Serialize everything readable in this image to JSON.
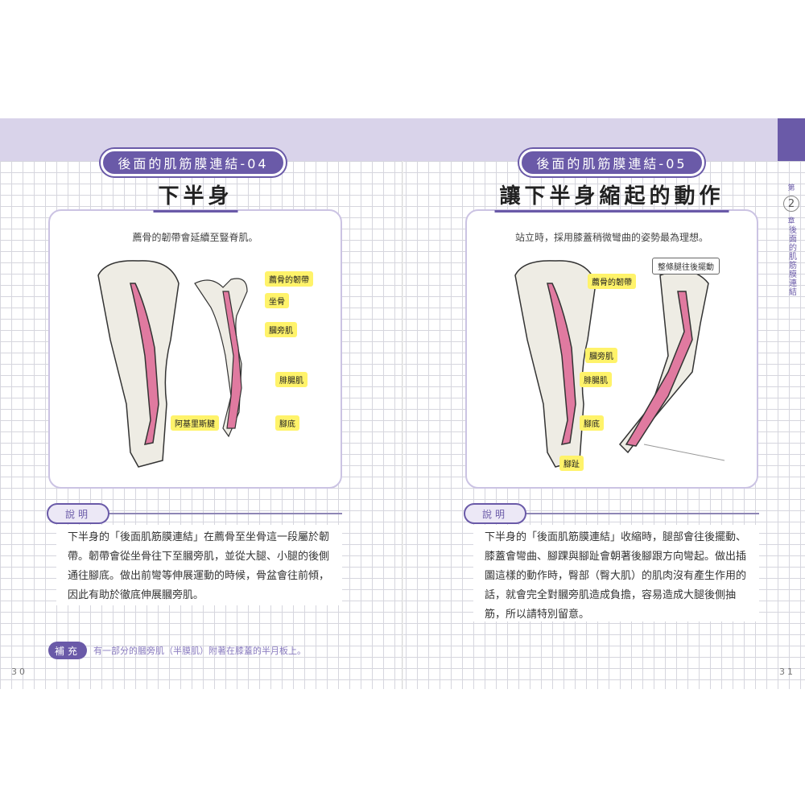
{
  "left_page": {
    "section_pill": "後面的肌筋膜連結-04",
    "heading": "下半身",
    "caption": "薦骨的韌帶會延續至豎脊肌。",
    "labels": [
      "薦骨的韌帶",
      "坐骨",
      "膕旁肌",
      "腓腸肌",
      "阿基里斯腱",
      "腳底"
    ],
    "explanation_tag": "說明",
    "explanation": "下半身的「後面肌筋膜連結」在薦骨至坐骨這一段屬於韌帶。韌帶會從坐骨往下至膕旁肌，並從大腿、小腿的後側通往腳底。做出前彎等伸展運動的時候，骨盆會往前傾，因此有助於徹底伸展膕旁肌。",
    "supplement_tag": "補充",
    "supplement": "有一部分的膕旁肌（半膜肌）附著在膝蓋的半月板上。",
    "page_number": "30"
  },
  "right_page": {
    "section_pill": "後面的肌筋膜連結-05",
    "heading": "讓下半身縮起的動作",
    "caption": "站立時，採用膝蓋稍微彎曲的姿勢最為理想。",
    "note": "整條腿往後擺動",
    "labels": [
      "薦骨的韌帶",
      "膕旁肌",
      "腓腸肌",
      "腳底",
      "腳趾"
    ],
    "explanation_tag": "說明",
    "explanation": "下半身的「後面肌筋膜連結」收縮時，腿部會往後擺動、膝蓋會彎曲、腳踝與腳趾會朝著後腳跟方向彎起。做出插圖這樣的動作時，臀部（臀大肌）的肌肉沒有產生作用的話，就會完全對膕旁肌造成負擔，容易造成大腿後側抽筋，所以請特別留意。",
    "page_number": "31"
  },
  "chapter_side": {
    "prefix": "第",
    "number": "2",
    "suffix": "章",
    "title": "後面的肌筋膜連結"
  },
  "colors": {
    "accent": "#6a5aa8",
    "band": "#d9d3ea",
    "muscle": "#e07aa0",
    "label": "#fff36a"
  }
}
